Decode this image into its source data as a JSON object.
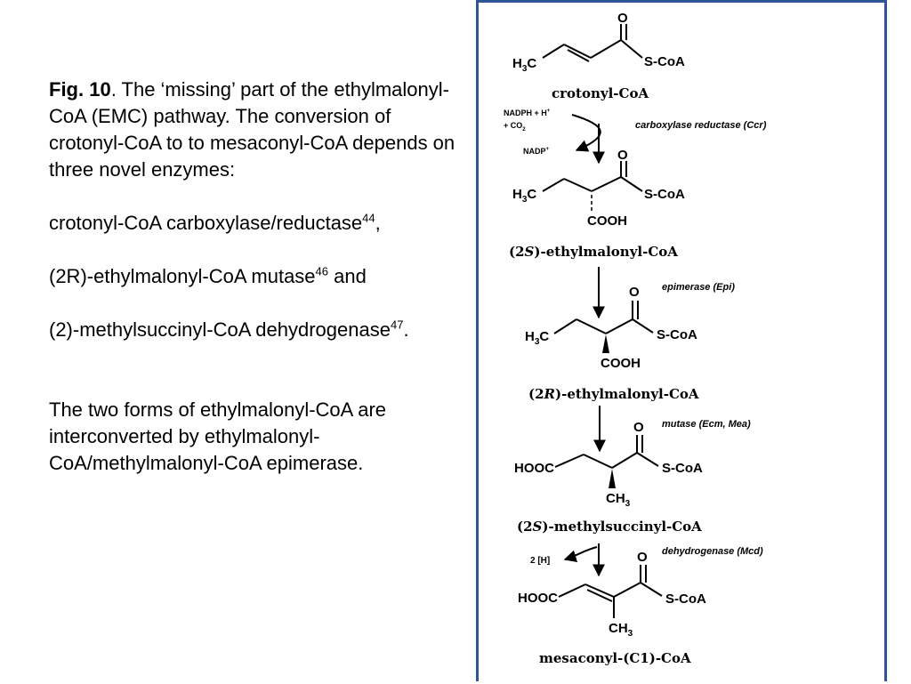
{
  "caption": {
    "fig_label": "Fig. 10",
    "intro": ". The ‘missing’ part of the ethylmalonyl-CoA (EMC) pathway. The conversion of crotonyl-CoA to to mesaconyl-CoA depends on three novel enzymes:",
    "enzyme1": "crotonyl-CoA carboxylase/reductase",
    "enzyme1_ref": "44",
    "enzyme1_tail": ",",
    "enzyme2": "(2R)-ethylmalonyl-CoA mutase",
    "enzyme2_ref": "46",
    "enzyme2_tail": " and",
    "enzyme3": "(2)-methylsuccinyl-CoA dehydrogenase",
    "enzyme3_ref": "47",
    "enzyme3_tail": ".",
    "closing": "The two forms of ethylmalonyl-CoA are interconverted by ethylmalonyl-CoA/methylmalonyl-CoA epimerase."
  },
  "pathway": {
    "compounds": [
      {
        "name": "crotonyl-CoA"
      },
      {
        "name_prefix": "(2",
        "name_italic": "S",
        "name_suffix": ")-ethylmalonyl-CoA"
      },
      {
        "name_prefix": "(2",
        "name_italic": "R",
        "name_suffix": ")-ethylmalonyl-CoA"
      },
      {
        "name_prefix": "(2",
        "name_italic": "S",
        "name_suffix": ")-methylsuccinyl-CoA"
      },
      {
        "name": "mesaconyl-(C1)-CoA"
      }
    ],
    "enzymes": [
      "carboxylase reductase (Ccr)",
      "epimerase (Epi)",
      "mutase (Ecm, Mea)",
      "dehydrogenase (Mcd)"
    ],
    "cofactors": {
      "in_1": "NADPH + H",
      "in_1_sup": "+",
      "in_2": "+ CO",
      "in_2_sub": "2",
      "out": "NADP",
      "out_sup": "+",
      "two_h": "2 [H]"
    },
    "atoms": {
      "O": "O",
      "H3C_H": "H",
      "sub3": "3",
      "C": "C",
      "SCoA": "S-CoA",
      "COOH": "COOH",
      "HOOC": "HOOC",
      "CH3_C": "CH",
      "border_color": "#2f5597"
    }
  }
}
